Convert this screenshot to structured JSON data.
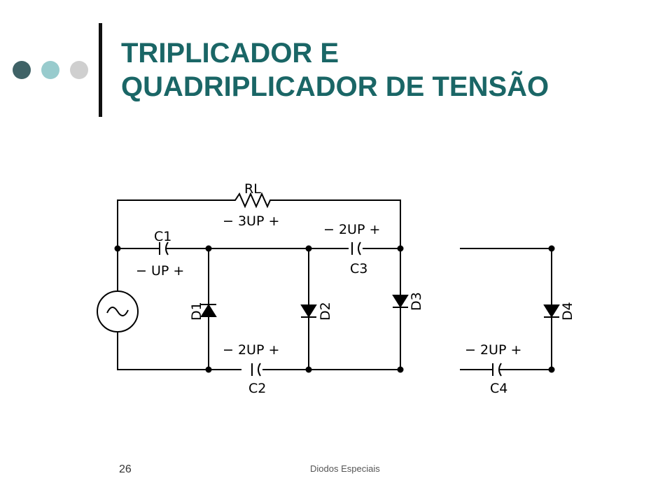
{
  "slide": {
    "title_line1": "TRIPLICADOR E",
    "title_line2": "QUADRIPLICADOR DE TENSÃO",
    "number": "26",
    "footer": "Diodos Especiais"
  },
  "circuit": {
    "resistor_label": "RL",
    "resistor_voltage": "−  3UP  +",
    "c1_label": "C1",
    "c1_voltage": "−   UP   +",
    "c2_label": "C2",
    "c2_voltage": "−  2UP  +",
    "c3_label": "C3",
    "c3_voltage": "−  2UP  +",
    "c4_label": "C4",
    "c4_voltage": "−  2UP  +",
    "d1_label": "D1",
    "d2_label": "D2",
    "d3_label": "D3",
    "d4_label": "D4"
  }
}
